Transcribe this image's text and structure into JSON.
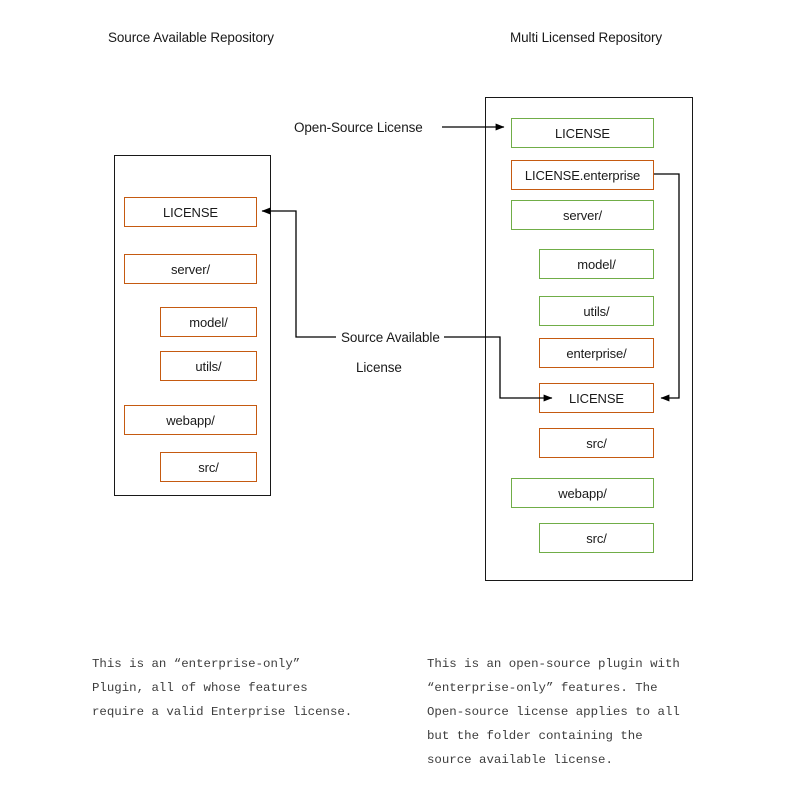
{
  "titles": {
    "left": "Source Available Repository",
    "right": "Multi Licensed Repository"
  },
  "colors": {
    "orange": "#C55A11",
    "green": "#70AD47",
    "container_border": "#181818",
    "wire": "#000000",
    "note_text": "#3d3d3d",
    "background": "#ffffff"
  },
  "edge_labels": {
    "open_source_license": "Open-Source License",
    "source_available_line1": "Source Available",
    "source_available_line2": "License"
  },
  "left_repo": {
    "name": "source-available-repository",
    "nodes": [
      {
        "label": "LICENSE",
        "color": "orange",
        "indent": 0
      },
      {
        "label": "server/",
        "color": "orange",
        "indent": 0
      },
      {
        "label": "model/",
        "color": "orange",
        "indent": 1
      },
      {
        "label": "utils/",
        "color": "orange",
        "indent": 1
      },
      {
        "label": "webapp/",
        "color": "orange",
        "indent": 0
      },
      {
        "label": "src/",
        "color": "orange",
        "indent": 1
      }
    ]
  },
  "right_repo": {
    "name": "multi-licensed-repository",
    "nodes": [
      {
        "label": "LICENSE",
        "color": "green",
        "indent": 0
      },
      {
        "label": "LICENSE.enterprise",
        "color": "orange",
        "indent": 0
      },
      {
        "label": "server/",
        "color": "green",
        "indent": 0
      },
      {
        "label": "model/",
        "color": "green",
        "indent": 1
      },
      {
        "label": "utils/",
        "color": "green",
        "indent": 1
      },
      {
        "label": "enterprise/",
        "color": "orange",
        "indent": 1
      },
      {
        "label": "LICENSE",
        "color": "orange",
        "indent": 1
      },
      {
        "label": "src/",
        "color": "orange",
        "indent": 1
      },
      {
        "label": "webapp/",
        "color": "green",
        "indent": 0
      },
      {
        "label": "src/",
        "color": "green",
        "indent": 1
      }
    ]
  },
  "notes": {
    "left": "This is an “enterprise-only”\nPlugin, all of whose features\nrequire a valid Enterprise license.",
    "right": "This is an open-source plugin with\n“enterprise-only” features. The\nOpen-source license applies to all\nbut the folder containing the\nsource available license."
  }
}
